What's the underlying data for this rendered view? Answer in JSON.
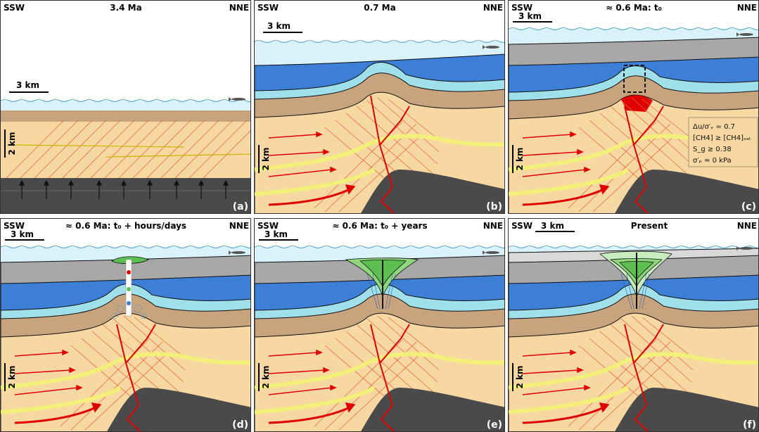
{
  "orientation": {
    "left": "SSW",
    "right": "NNE"
  },
  "scalebars": {
    "horizontal": "3 km",
    "vertical": "2 km"
  },
  "panels": [
    {
      "id": "a",
      "title": "3.4 Ma",
      "letter": "(a)"
    },
    {
      "id": "b",
      "title": "0.7 Ma",
      "letter": "(b)"
    },
    {
      "id": "c",
      "title": "≈ 0.6 Ma: t₀",
      "letter": "(c)"
    },
    {
      "id": "d",
      "title": "≈ 0.6 Ma: t₀ + hours/days",
      "letter": "(d)"
    },
    {
      "id": "e",
      "title": "≈ 0.6 Ma: t₀ + years",
      "letter": "(e)"
    },
    {
      "id": "f",
      "title": "Present",
      "letter": "(f)"
    }
  ],
  "annotation_c": {
    "line1": "Δu/σ′ᵥ = 0.7",
    "line2": "[CH4] ≥ [CH4]ₛₐₜ",
    "line3": "S_g ≥ 0.38",
    "line4": "σ′ₚ ≈ 0 kPa"
  },
  "colors": {
    "water": "#d9f2fb",
    "dark_blue": "#3d7fd6",
    "light_blue": "#9fe0ea",
    "brown": "#c7a37e",
    "sand": "#f7d8a3",
    "basement": "#4a4a4a",
    "gray_cover": "#a8a8a8",
    "fault": "#e00000",
    "gas_green": "#5cbf4f"
  }
}
